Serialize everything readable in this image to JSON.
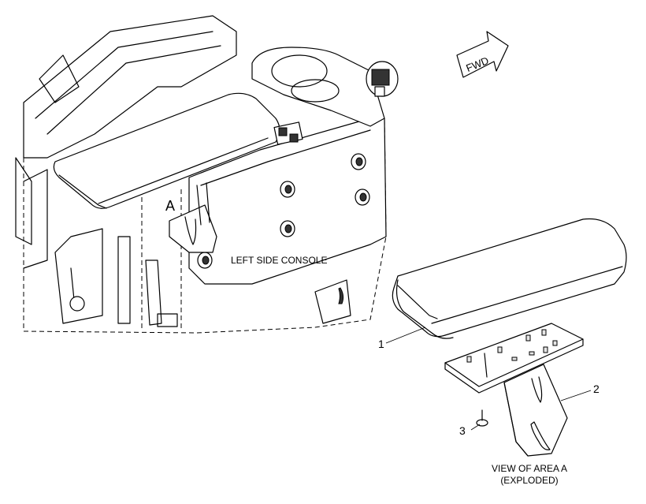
{
  "labels": {
    "fwd": "FWD",
    "area": "A",
    "console": "LEFT SIDE CONSOLE",
    "view_line1": "VIEW OF AREA  A",
    "view_line2": "(EXPLODED)"
  },
  "callouts": [
    "1",
    "2",
    "3"
  ]
}
